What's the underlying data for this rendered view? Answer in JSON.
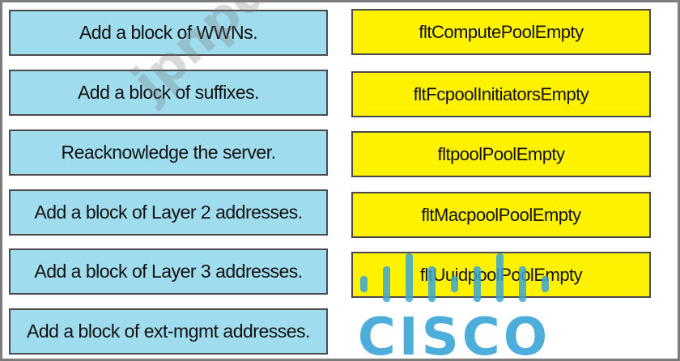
{
  "left_items": [
    "Add a block of WWNs.",
    "Add a block of suffixes.",
    "Reacknowledge the server.",
    "Add a block of Layer 2 addresses.",
    "Add a block of  Layer 3 addresses.",
    "Add a block of ext-mgmt addresses."
  ],
  "right_items": [
    "fltComputePoolEmpty",
    "fltFcpoolInitiatorsEmpty",
    "fltpoolPoolEmpty",
    "fltMacpoolPoolEmpty",
    "fltUuidpoolPoolEmpty"
  ],
  "watermark": "jpnpdf.com",
  "logo_text": "CISCO",
  "colors": {
    "left_box": "#9fdcee",
    "right_box": "#fff200",
    "logo": "#3aa6d8"
  }
}
